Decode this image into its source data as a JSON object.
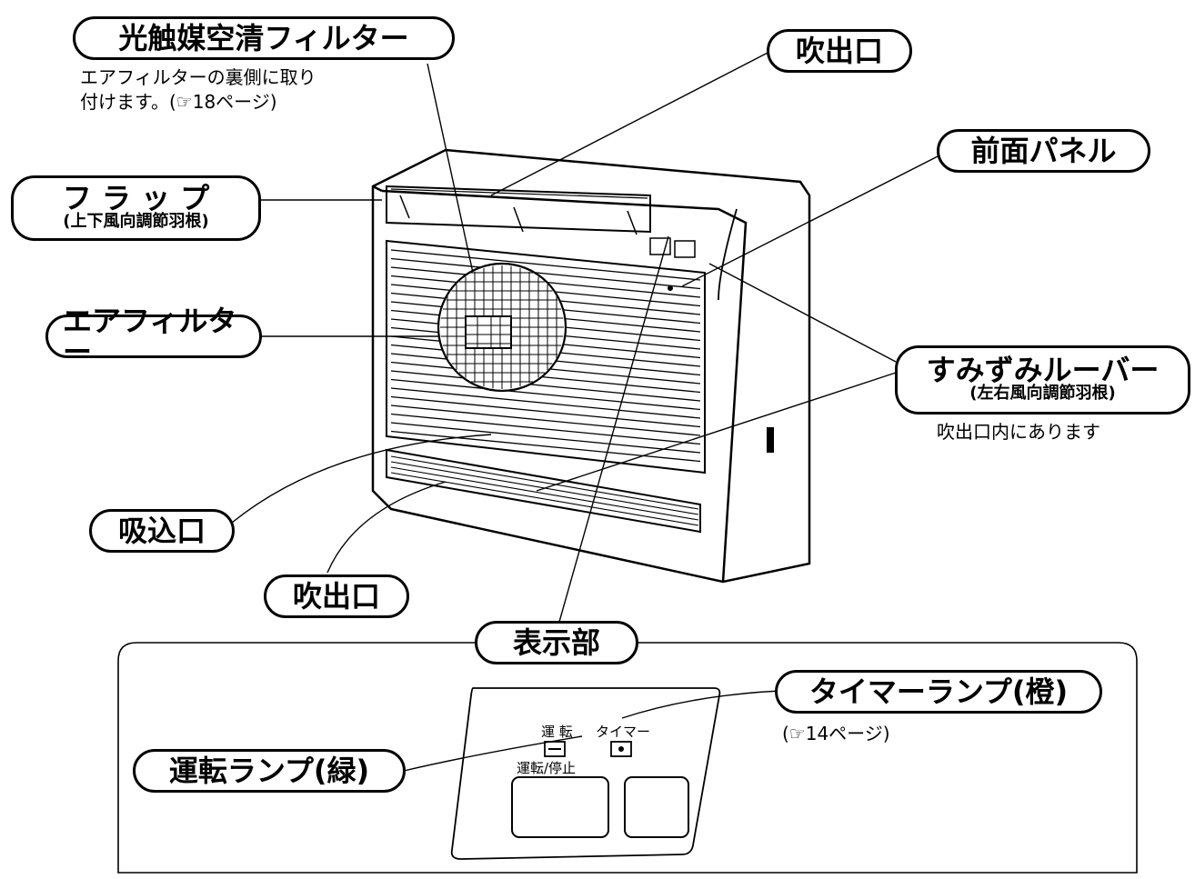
{
  "labels": {
    "photocatalyst_filter": "光触媒空清フィルター",
    "photocatalyst_note_line1": "エアフィルターの裏側に取り",
    "photocatalyst_note_line2": "付けます。(☞18ページ)",
    "outlet_top": "吹出口",
    "front_panel": "前面パネル",
    "flap": "フ ラ ッ プ",
    "flap_sub": "(上下風向調節羽根)",
    "air_filter": "エアフィルター",
    "louver": "すみずみルーバー",
    "louver_sub": "(左右風向調節羽根)",
    "louver_note": "吹出口内にあります",
    "inlet": "吸込口",
    "outlet_bottom": "吹出口",
    "display": "表示部",
    "timer_lamp": "タイマーランプ(橙)",
    "timer_note": "(☞14ページ)",
    "run_lamp": "運転ランプ(緑)",
    "panel_run": "運 転",
    "panel_timer": "タイマー",
    "panel_run_stop": "運転/停止"
  }
}
